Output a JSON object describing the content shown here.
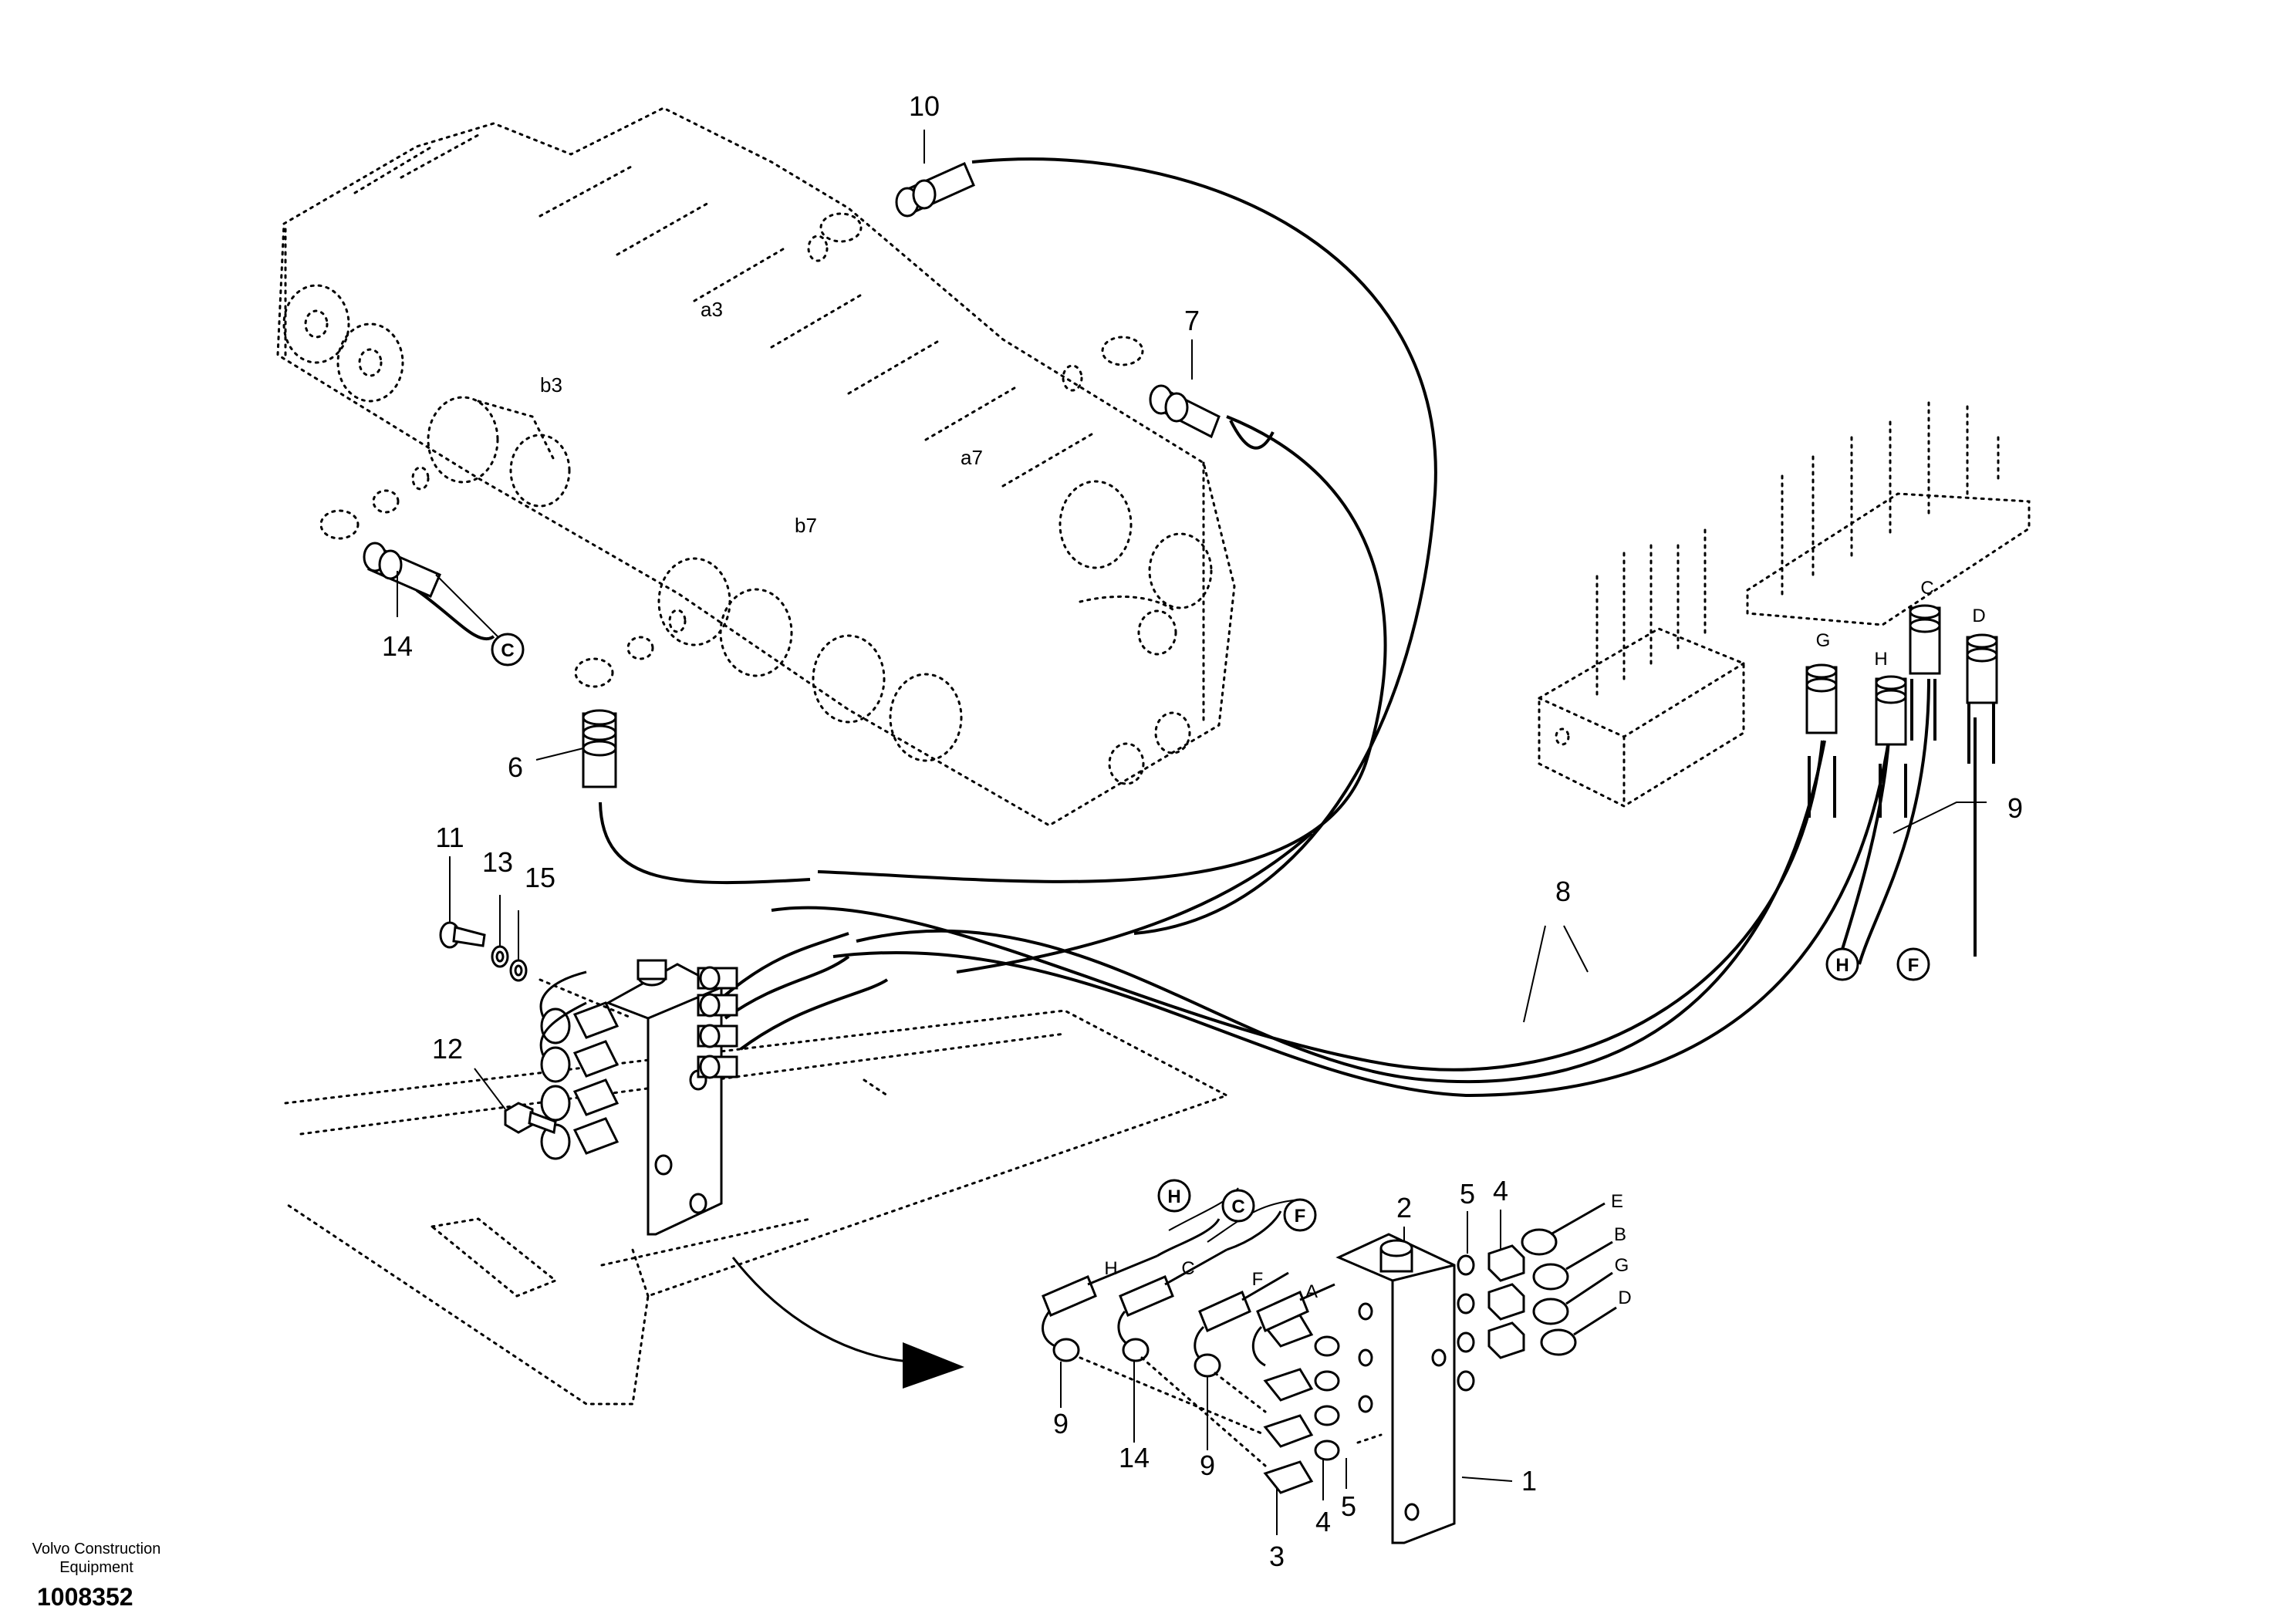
{
  "diagram": {
    "zone_labels": [
      "a3",
      "b3",
      "a7",
      "b7"
    ],
    "callouts": {
      "n1": "1",
      "n2": "2",
      "n3": "3",
      "n4a": "4",
      "n4b": "4",
      "n5a": "5",
      "n5b": "5",
      "n6": "6",
      "n7": "7",
      "n8": "8",
      "n9a": "9",
      "n9b": "9",
      "n9c": "9",
      "n10": "10",
      "n11": "11",
      "n12": "12",
      "n13": "13",
      "n14a": "14",
      "n14b": "14",
      "n15": "15"
    },
    "circle_refs": {
      "c1": "C",
      "h1": "H",
      "f1": "F",
      "h2": "H",
      "c2": "C",
      "f2": "F"
    },
    "port_letters": {
      "g": "G",
      "h": "H",
      "c": "C",
      "d": "D",
      "e": "E",
      "b": "B",
      "g2": "G",
      "d2": "D",
      "h3": "H",
      "c3": "C",
      "f3": "F",
      "a3": "A"
    }
  },
  "footer": {
    "brand_line1": "Volvo Construction",
    "brand_line2": "Equipment",
    "doc_id": "1008352"
  }
}
